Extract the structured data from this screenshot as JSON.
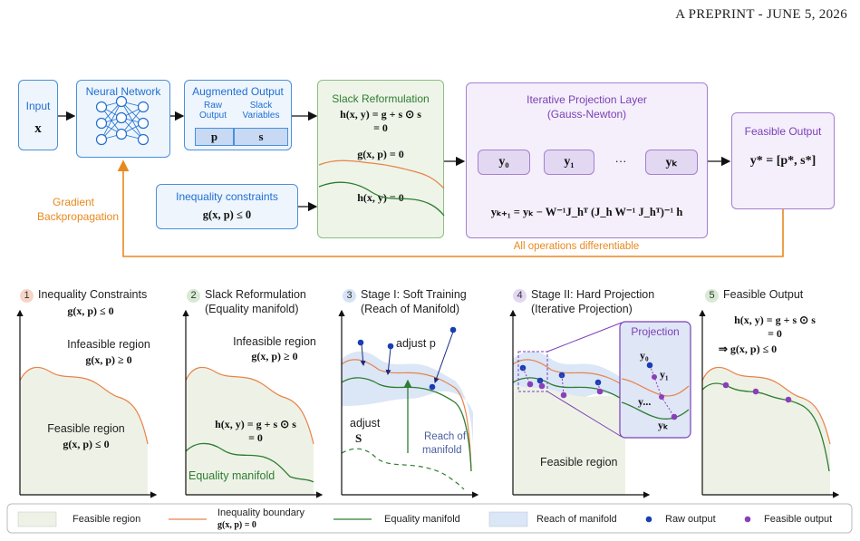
{
  "header": "A PREPRINT - JUNE 5, 2026",
  "top": {
    "input_label": "Input",
    "input_var": "x",
    "nn_label": "Neural Network",
    "aug_title": "Augmented Output",
    "aug_raw": "Raw Output",
    "aug_slack": "Slack Variables",
    "aug_p": "p",
    "aug_s": "s",
    "slack_title": "Slack Reformulation",
    "slack_eq1": "h(x, y) = g + s ⊙ s",
    "slack_eq2": "= 0",
    "slack_g": "g(x, p) = 0",
    "slack_h": "h(x, y) = 0",
    "ineq_title": "Inequality constraints",
    "ineq_eq": "g(x, p) ≤ 0",
    "proj_title": "Iterative Projection Layer",
    "proj_sub": "(Gauss-Newton)",
    "y0": "y₀",
    "y1": "y₁",
    "yk": "yₖ",
    "dots": "···",
    "update_eq": "yₖ₊₁ = yₖ − W⁻¹J_hᵀ (J_h W⁻¹ J_hᵀ)⁻¹ h",
    "feas_title": "Feasible Output",
    "feas_eq": "y* = [p*, s*]",
    "grad_label1": "Gradient",
    "grad_label2": "Backpropagation",
    "diff_label": "All operations differentiable"
  },
  "stages": [
    {
      "num": "1",
      "title": "Inequality Constraints",
      "sub": "g(x, p) ≤ 0",
      "color": "#f6d5c8"
    },
    {
      "num": "2",
      "title": "Slack Reformulation",
      "sub": "(Equality manifold)",
      "color": "#d7ead3"
    },
    {
      "num": "3",
      "title": "Stage I: Soft Training",
      "sub": "(Reach of Manifold)",
      "color": "#d6e3f5"
    },
    {
      "num": "4",
      "title": "Stage II: Hard Projection",
      "sub": "(Iterative Projection)",
      "color": "#e3d8f1"
    },
    {
      "num": "5",
      "title": "Feasible Output",
      "sub": "",
      "color": "#d7ead3"
    }
  ],
  "panel1": {
    "infeasible": "Infeasible region",
    "infeasible_eq": "g(x, p) ≥ 0",
    "feasible": "Feasible region",
    "feasible_eq": "g(x, p) ≤ 0"
  },
  "panel2": {
    "infeasible": "Infeasible region",
    "infeasible_eq": "g(x, p) ≥ 0",
    "h_eq1": "h(x, y) = g + s ⊙ s",
    "h_eq2": "= 0",
    "manifold": "Equality manifold"
  },
  "panel3": {
    "adjust_p": "adjust p",
    "adjust": "adjust",
    "adjust_s": "S",
    "reach1": "Reach of",
    "reach2": "manifold"
  },
  "panel4": {
    "projection": "Projection",
    "y0": "y₀",
    "y1": "y₁",
    "ydots": "y...",
    "yk": "yₖ",
    "feasible": "Feasible region"
  },
  "panel5": {
    "eq1": "h(x, y) = g + s ⊙ s",
    "eq2": "= 0",
    "eq3": "⇒ g(x, p) ≤ 0"
  },
  "legend": {
    "feasible": "Feasible region",
    "ineq1": "Inequality boundary",
    "ineq2": "g(x, p) = 0",
    "manifold": "Equality manifold",
    "reach": "Reach of manifold",
    "raw": "Raw output",
    "feasible_out": "Feasible output"
  },
  "colors": {
    "blue": "#1f6fd1",
    "purple": "#7b3fb8",
    "orange": "#e8891e",
    "green": "#2e7d32",
    "ineq": "#e8834a",
    "feasible_fill": "#eef2e6",
    "reach_fill": "#dbe6f6"
  }
}
